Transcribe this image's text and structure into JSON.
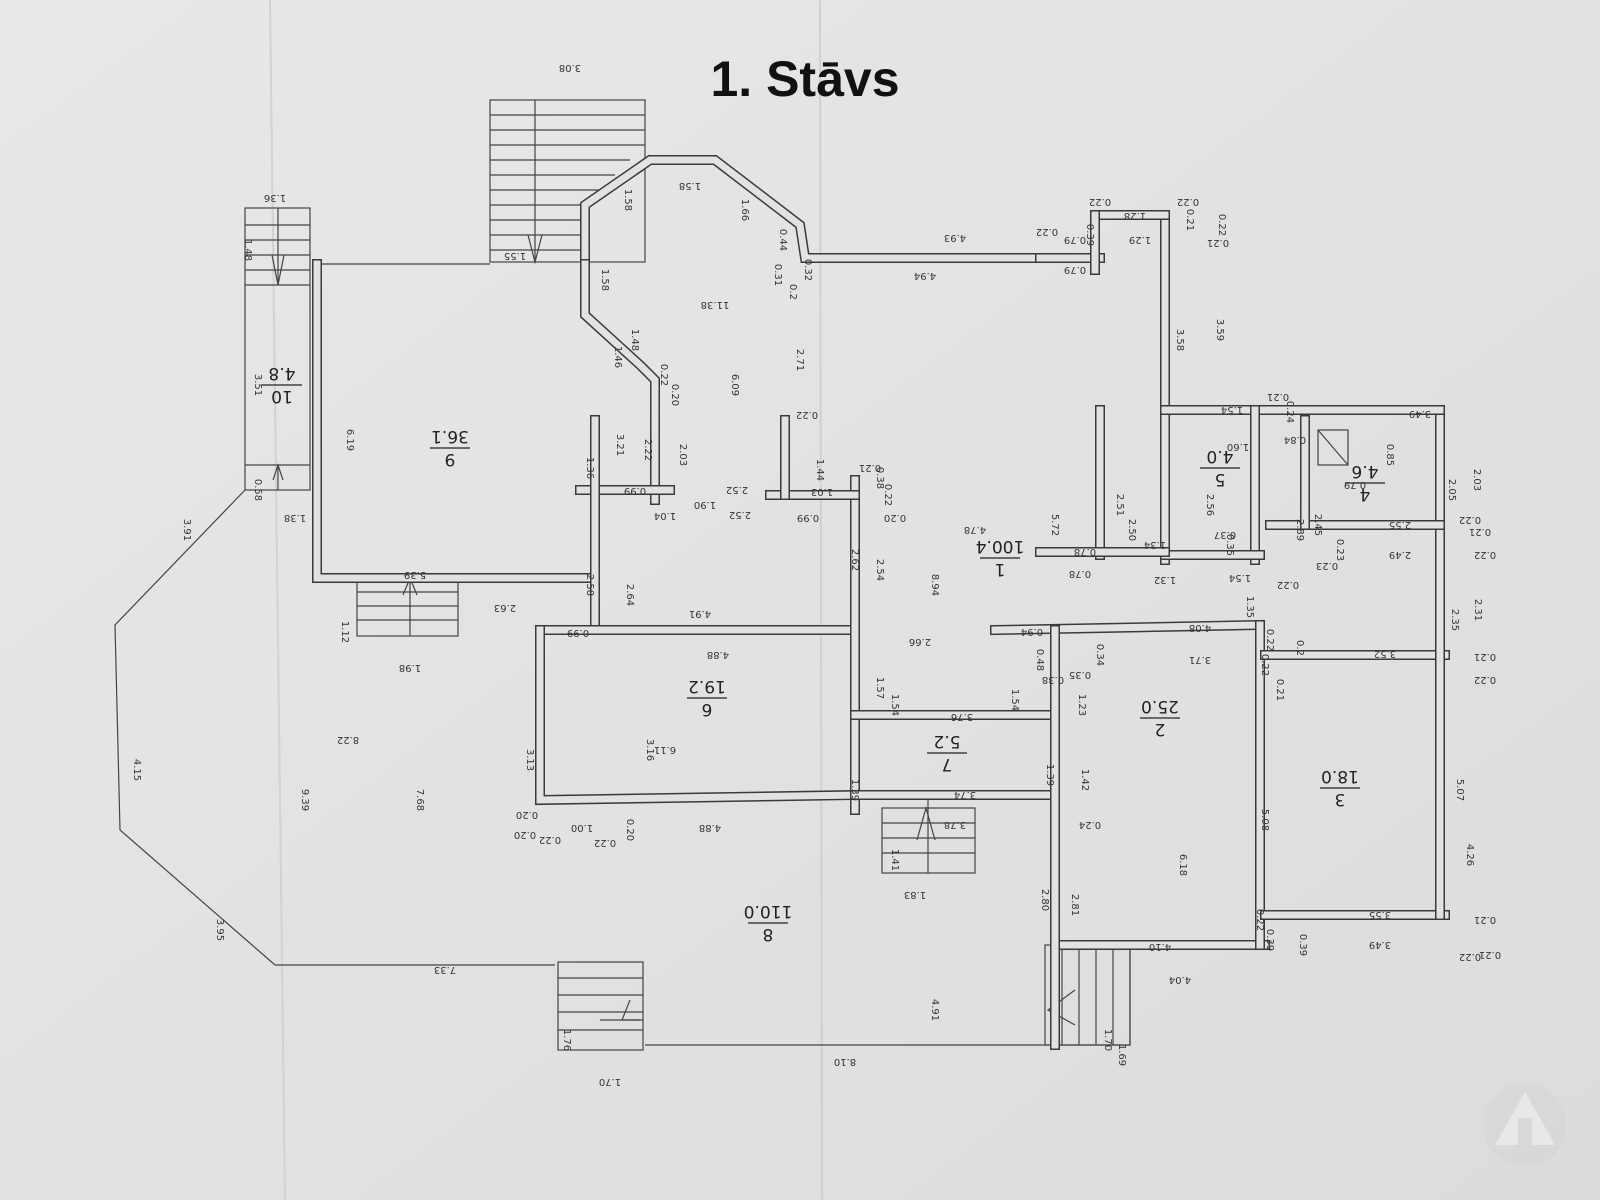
{
  "title": "1. Stāvs",
  "colors": {
    "paper": "#e4e4e4",
    "lines": "#3a3a3a",
    "text": "#111111"
  },
  "rooms": [
    {
      "number": "1",
      "area": "100.4"
    },
    {
      "number": "2",
      "area": "25.0"
    },
    {
      "number": "3",
      "area": "18.0"
    },
    {
      "number": "4",
      "area": "4.6"
    },
    {
      "number": "5",
      "area": "4.0"
    },
    {
      "number": "6",
      "area": "19.2"
    },
    {
      "number": "7",
      "area": "5.2"
    },
    {
      "number": "8",
      "area": "110.0"
    },
    {
      "number": "9",
      "area": "36.1"
    },
    {
      "number": "10",
      "area": "4.8"
    }
  ],
  "dimensions": [
    "3.08",
    "1.36",
    "1.48",
    "1.55",
    "1.58",
    "1.58",
    "1.66",
    "0.44",
    "0.32",
    "0.31",
    "0.2",
    "4.93",
    "4.94",
    "0.22",
    "0.79",
    "0.39",
    "0.79",
    "0.22",
    "1.28",
    "1.29",
    "0.22",
    "0.21",
    "0.22",
    "0.21",
    "3.58",
    "3.59",
    "1.58",
    "11.38",
    "1.48",
    "1.46",
    "0.22",
    "0.20",
    "2.71",
    "6.09",
    "0.22",
    "6.19",
    "3.51",
    "1.36",
    "3.21",
    "2.22",
    "2.03",
    "1.44",
    "0.99",
    "1.04",
    "1.90",
    "2.52",
    "2.52",
    "1.03",
    "0.99",
    "0.21",
    "0.38",
    "0.22",
    "0.20",
    "0.58",
    "1.38",
    "3.91",
    "5.39",
    "2.63",
    "2.58",
    "2.64",
    "1.12",
    "1.98",
    "0.99",
    "4.91",
    "4.88",
    "2.62",
    "2.54",
    "4.78",
    "5.72",
    "8.94",
    "2.66",
    "2.51",
    "2.50",
    "1.34",
    "0.78",
    "0.78",
    "1.32",
    "1.54",
    "0.22",
    "1.35",
    "1.54",
    "0.21",
    "0.24",
    "1.60",
    "2.56",
    "0.37",
    "0.35",
    "2.89",
    "0.84",
    "3.49",
    "0.85",
    "0.79",
    "2.45",
    "2.05",
    "2.03",
    "2.55",
    "2.49",
    "0.23",
    "0.23",
    "0.22",
    "0.21",
    "0.22",
    "2.35",
    "2.31",
    "3.52",
    "0.21",
    "0.22",
    "0.94",
    "4.08",
    "0.48",
    "0.38",
    "0.34",
    "0.35",
    "3.71",
    "0.22",
    "0.2",
    "0.22",
    "0.21",
    "1.57",
    "1.54",
    "1.54",
    "1.23",
    "3.76",
    "1.39",
    "1.42",
    "3.74",
    "3.78",
    "0.24",
    "1.39",
    "6.11",
    "3.16",
    "3.13",
    "0.20",
    "0.20",
    "0.22",
    "1.00",
    "0.22",
    "0.20",
    "4.88",
    "1.41",
    "1.83",
    "8.22",
    "7.68",
    "9.39",
    "4.15",
    "5.08",
    "6.18",
    "5.07",
    "4.26",
    "3.55",
    "3.49",
    "0.21",
    "0.22",
    "0.21",
    "2.80",
    "2.81",
    "4.10",
    "4.04",
    "0.22",
    "0.39",
    "0.39",
    "3.95",
    "7.33",
    "4.91",
    "1.76",
    "1.70",
    "8.10",
    "1.69",
    "1.70"
  ]
}
